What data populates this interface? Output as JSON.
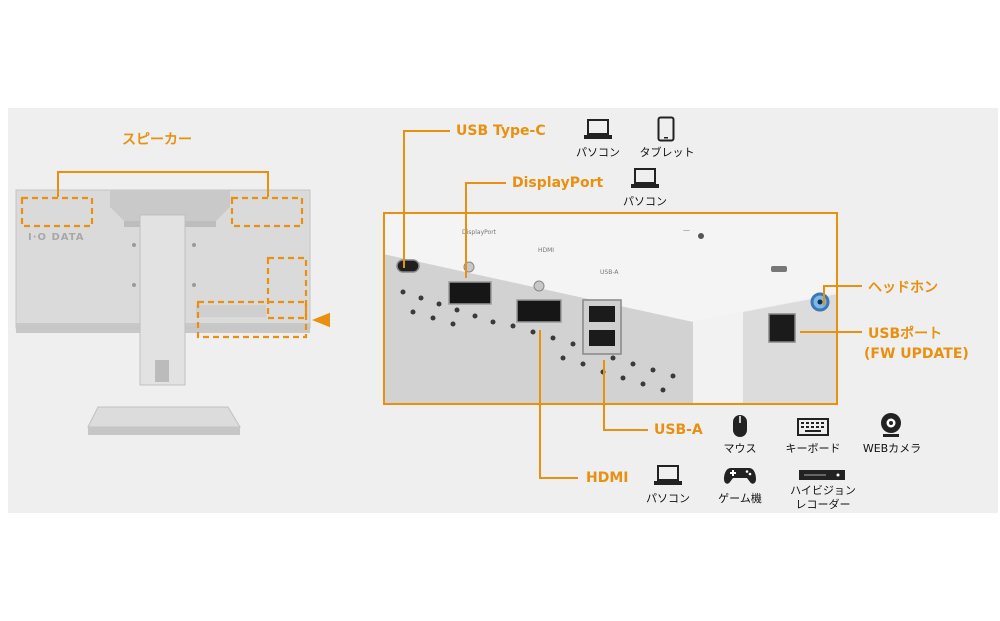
{
  "labels": {
    "speaker": "スピーカー",
    "usb_type_c": "USB Type-C",
    "displayport": "DisplayPort",
    "headphone": "ヘッドホン",
    "usb_port_line1": "USBポート",
    "usb_port_line2": "(FW UPDATE)",
    "usb_a": "USB-A",
    "hdmi": "HDMI"
  },
  "device_labels": {
    "pc": "パソコン",
    "tablet": "タブレット",
    "mouse": "マウス",
    "keyboard": "キーボード",
    "webcam": "WEBカメラ",
    "game": "ゲーム機",
    "recorder_line1": "ハイビジョン",
    "recorder_line2": "レコーダー"
  },
  "brand": {
    "logo": "I·O DATA"
  },
  "port_silkscreen": {
    "displayport": "DisplayPort",
    "hdmi": "HDMI",
    "usb_a": "USB-A"
  },
  "colors": {
    "accent": "#e8900f",
    "panel_bg": "#efefef",
    "monitor": "#d4d4d4",
    "text": "#111111"
  },
  "icons": [
    "laptop-icon",
    "tablet-icon",
    "mouse-icon",
    "keyboard-icon",
    "webcam-icon",
    "gamepad-icon",
    "recorder-icon"
  ]
}
